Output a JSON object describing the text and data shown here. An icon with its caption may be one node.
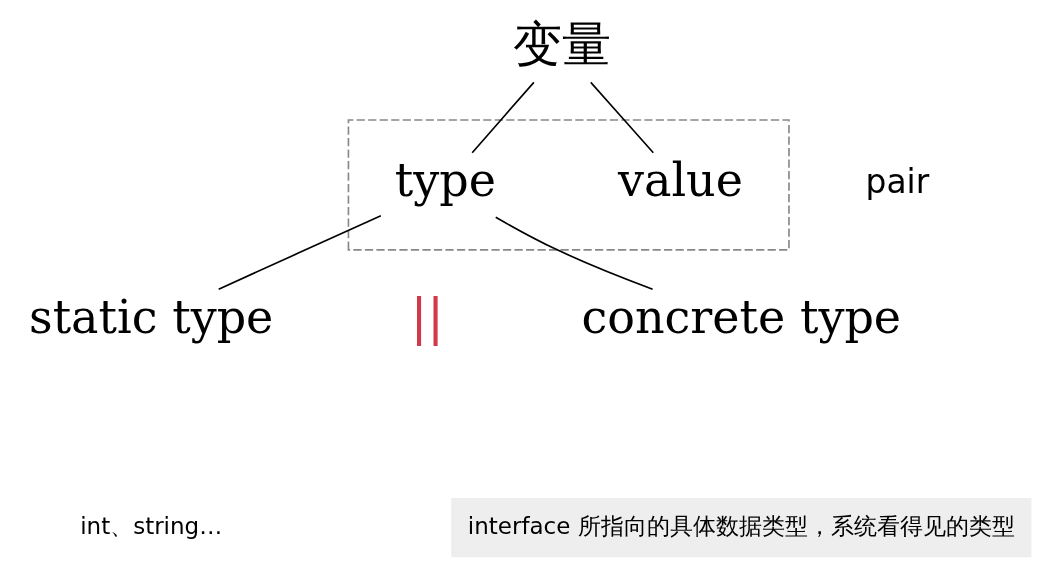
{
  "diagram": {
    "nodes": [
      {
        "text": [
          "变量"
        ]
      },
      {
        "text": [],
        "shape": "box",
        "beside": [
          "pair"
        ]
      },
      {
        "text": [
          "type"
        ],
        "in": 1
      },
      {
        "text": [
          "value"
        ],
        "in": 1
      },
      {
        "text": [
          "static type"
        ]
      },
      {
        "text": [
          "concrete type"
        ]
      }
    ],
    "edges": [
      {
        "from": 0,
        "to": 2,
        "arrow": "none"
      },
      {
        "from": 0,
        "to": 3,
        "arrow": "none"
      },
      {
        "from": 2,
        "to": 4,
        "arrow": "none"
      },
      {
        "from": 2,
        "to": 5,
        "arrow": "none"
      }
    ],
    "labels": [
      "||",
      "int、string…",
      "interface 所指向的具体数据类型，系统看得见的类型"
    ]
  }
}
